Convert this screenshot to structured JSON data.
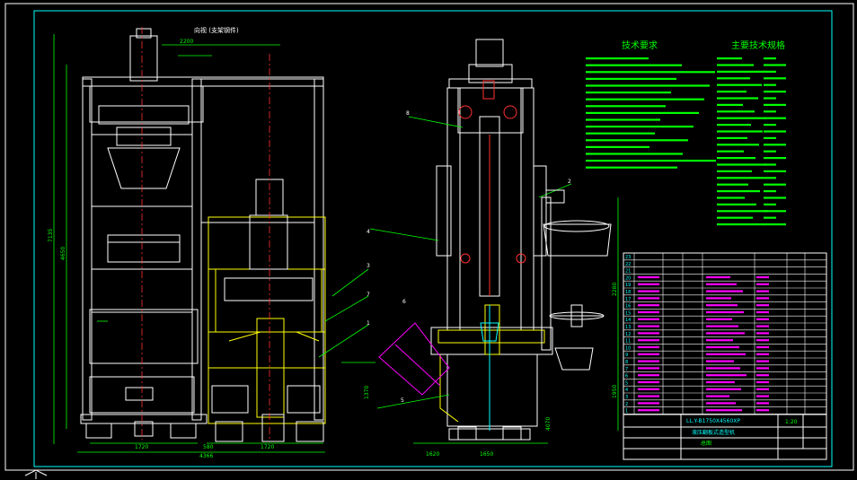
{
  "drawing": {
    "view_title": "向视 (支架钢件)",
    "title_block": {
      "model": "LL.Y-B1750X4560XP",
      "name": "液压翻板式造型机",
      "scale_label": "1:20",
      "drawing_type": "总图"
    },
    "notes_heading": "技术要求",
    "specs_heading": "主要技术规格",
    "callouts": [
      "1",
      "2",
      "3",
      "4",
      "5",
      "6",
      "7",
      "8"
    ],
    "dimensions": {
      "front_width": "1720",
      "front_base_left": "580",
      "front_base_right": "1720",
      "front_total": "4366",
      "front_top": "2200",
      "front_height_main": "7135",
      "front_height_inner": "4650",
      "side_base_left": "1620",
      "side_base_mid": "1650",
      "side_height": "1370",
      "right_height_a": "2280",
      "right_height_b": "1950",
      "mid_height": "4070"
    },
    "table_rows": [
      "23",
      "22",
      "21",
      "20",
      "19",
      "18",
      "17",
      "16",
      "15",
      "14",
      "13",
      "12",
      "11",
      "10",
      "9",
      "8",
      "7",
      "6",
      "5",
      "4",
      "3",
      "2",
      "1"
    ]
  },
  "colors": {
    "background": "#000000",
    "outline": "#ffffff",
    "dimension": "#00ff00",
    "hidden": "#ffff00",
    "accent_cyan": "#00ffff",
    "accent_red": "#ff3030",
    "accent_magenta": "#ff00ff",
    "table": "#ffffff"
  }
}
